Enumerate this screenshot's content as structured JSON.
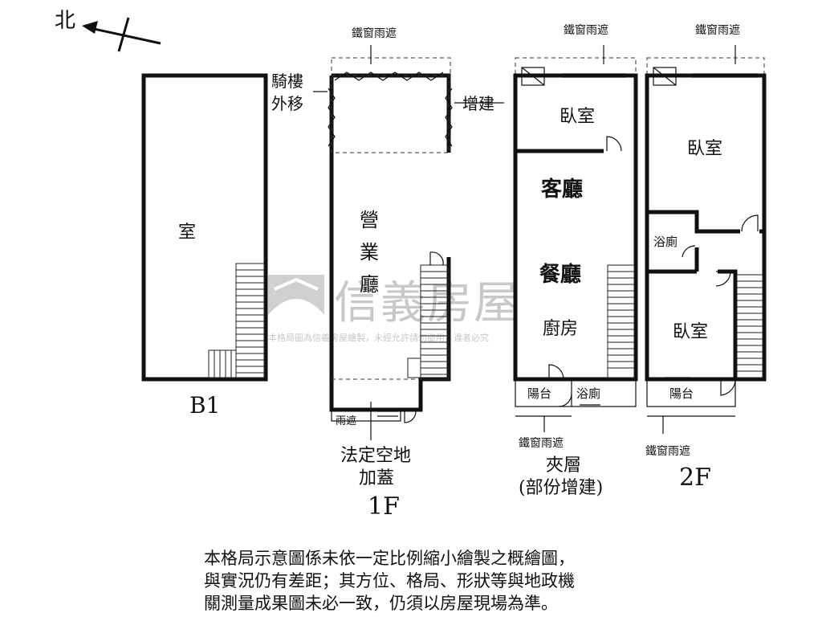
{
  "north": {
    "label": "北"
  },
  "floors": {
    "b1": {
      "name": "B1",
      "room": "室"
    },
    "f1": {
      "name": "1F",
      "awning_top": "鐵窗雨遮",
      "arcade": [
        "騎樓",
        "外移"
      ],
      "addition": "增建",
      "hall": [
        "營",
        "業",
        "廳"
      ],
      "front_awning": "雨遮",
      "legal_space": [
        "法定空地",
        "加蓋"
      ]
    },
    "mezz": {
      "name": [
        "夾層",
        "(部份增建)"
      ],
      "awning_top": "鐵窗雨遮",
      "awning_bottom": "鐵窗雨遮",
      "bedroom": "臥室",
      "living": "客廳",
      "dining": "餐廳",
      "kitchen": "廚房",
      "balcony": "陽台",
      "bath": "浴廁"
    },
    "f2": {
      "name": "2F",
      "awning_top": "鐵窗雨遮",
      "awning_bottom": "鐵窗雨遮",
      "bedroom_top": "臥室",
      "bath": "浴廁",
      "bedroom_bottom": "臥室",
      "balcony": "陽台"
    }
  },
  "watermark": {
    "brand": "信義房屋",
    "notice": "本格局圖為信義房屋繪製，未經允許請勿盜用，違者必究"
  },
  "disclaimer": [
    "本格局示意圖係未依一定比例縮小繪製之概繪圖，",
    "與實況仍有差距；其方位、格局、形狀等與地政機",
    "關測量成果圖未必一致，仍須以房屋現場為準。"
  ]
}
